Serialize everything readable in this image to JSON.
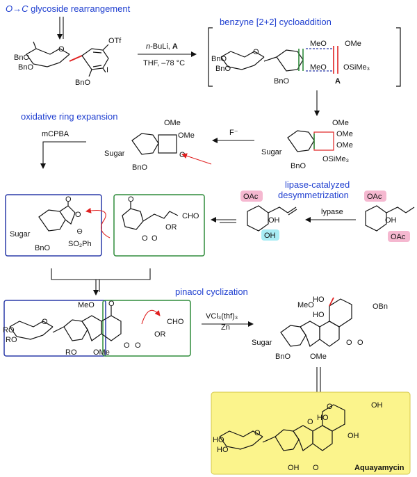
{
  "colors": {
    "step_label": "#1f3fd0",
    "red_arrow": "#e02020",
    "blue_box": "#2a3aa8",
    "green_box": "#2e8b3a",
    "final_bg": "#fbf48c",
    "pink_highlight": "#f5b8d0",
    "cyan_highlight": "#a8ecf4"
  },
  "steps": {
    "glycoside_o": "O",
    "glycoside_arrow_c": "→C",
    "glycoside_rest": " glycoside rearrangement",
    "benzyne": "benzyne [2+2] cycloaddition",
    "oxidative": "oxidative ring expansion",
    "lipase_line1": "lipase-catalyzed",
    "lipase_line2": "desymmetrization",
    "pinacol": "pinacol cyclization"
  },
  "conditions": {
    "step1_reagent_italic": "n",
    "step1_reagent_rest": "-BuLi, ",
    "step1_reagent_bold": "A",
    "step1_cond": "THF, –78 °C",
    "fluoride": "F⁻",
    "mcpba": "mCPBA",
    "lypase": "lypase",
    "vcl3": "VCl₃(thf)₃",
    "zn": "Zn"
  },
  "labels": {
    "otf": "OTf",
    "iodo": "I",
    "bno": "BnO",
    "meo": "MeO",
    "ome": "OMe",
    "osime3": "OSiMe₃",
    "reagent_a": "A",
    "sugar": "Sugar",
    "so2ph": "SO₂Ph",
    "oac": "OAc",
    "oh": "OH",
    "ho": "HO",
    "or": "OR",
    "ro": "RO",
    "cho": "CHO",
    "obn": "OBn",
    "o": "O",
    "minus": "⊖"
  },
  "product": {
    "name": "Aquayamycin"
  }
}
